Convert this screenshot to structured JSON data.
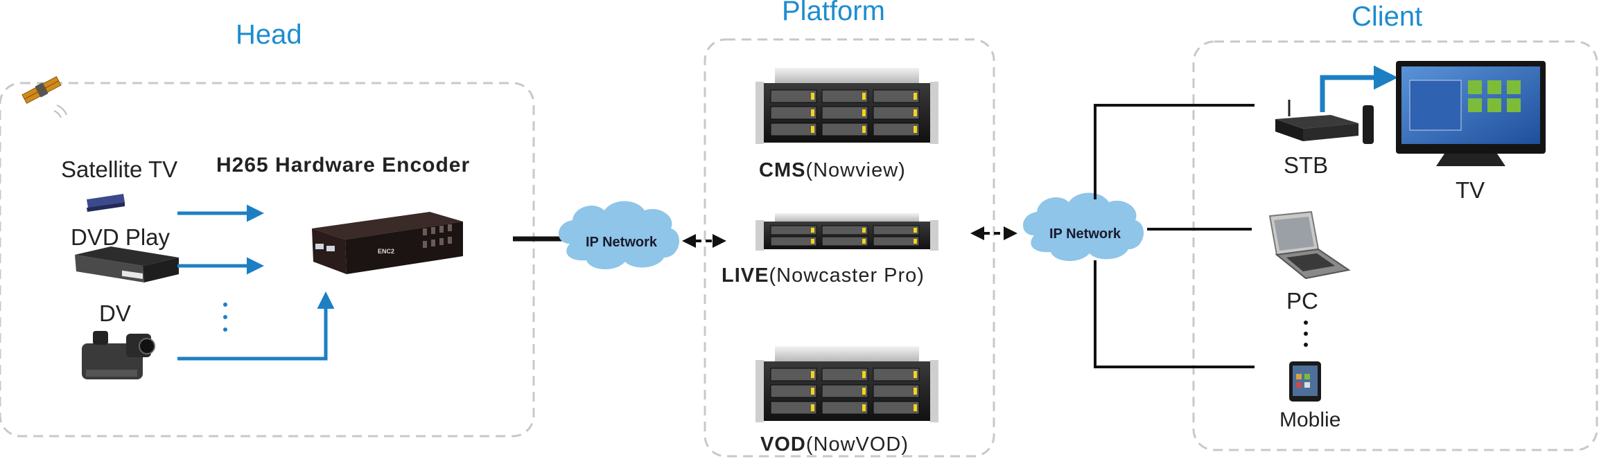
{
  "sections": {
    "head": "Head",
    "platform": "Platform",
    "client": "Client"
  },
  "head": {
    "satellite_tv": "Satellite TV",
    "dvd_play": "DVD Play",
    "dv": "DV",
    "encoder_title": "H265 Hardware  Encoder",
    "encoder_badge": "ENC2"
  },
  "network": {
    "left_cloud": "IP Network",
    "right_cloud": "IP Network"
  },
  "platform": {
    "cms_bold": "CMS",
    "cms_paren": "(Nowview)",
    "live_bold": "LIVE",
    "live_paren": "(Nowcaster Pro)",
    "vod_bold": "VOD",
    "vod_paren": "(NowVOD)"
  },
  "client": {
    "stb": "STB",
    "tv": "TV",
    "pc": "PC",
    "mobile": "Moblie"
  },
  "colors": {
    "accent_blue": "#1d7fc3",
    "title_blue": "#1d8ccf",
    "cloud_fill": "#8ec5e8",
    "dashed_border": "#c8c8c8"
  }
}
